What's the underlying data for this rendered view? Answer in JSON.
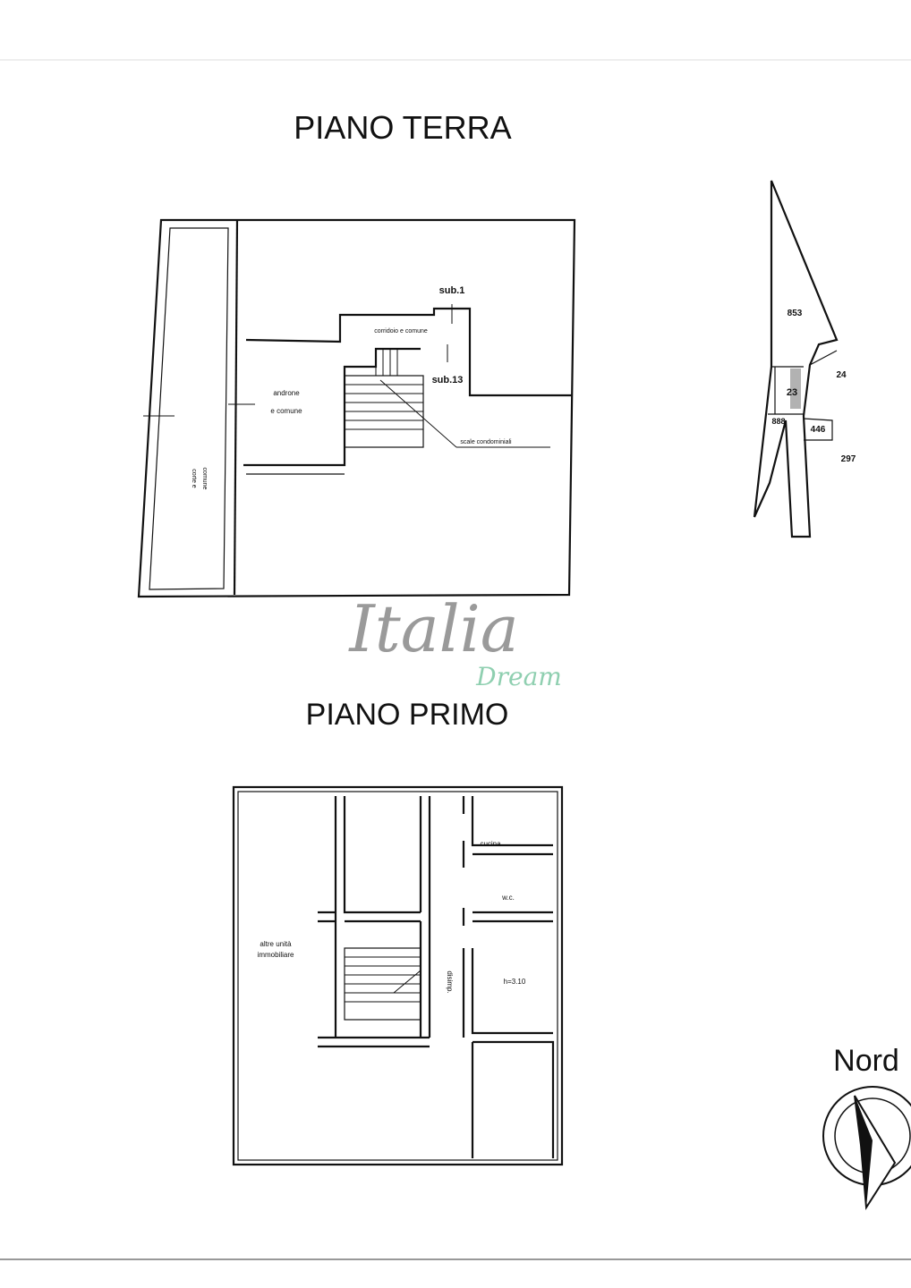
{
  "titles": {
    "ground_floor": "PIANO TERRA",
    "first_floor": "PIANO PRIMO"
  },
  "ground_floor": {
    "sub1": "sub.1",
    "sub13": "sub.13",
    "corridor": "corridoio e comune",
    "entrance_line1": "androne",
    "entrance_line2": "e comune",
    "stairs": "scale condominiali",
    "courtyard_line1": "corte e",
    "courtyard_line2": "comune"
  },
  "site_map": {
    "parcels": [
      "853",
      "24",
      "23",
      "888",
      "446",
      "297"
    ]
  },
  "first_floor": {
    "kitchen": "cucina",
    "wc": "w.c.",
    "height": "h=3.10",
    "hallway": "disimp.",
    "other_units_line1": "altre unità",
    "other_units_line2": "immobiliare"
  },
  "compass": {
    "label": "Nord"
  },
  "watermark": {
    "main": "Italia",
    "sub": "Dream",
    "main_color": "#9a9a9a",
    "sub_color": "#8fcfb0"
  }
}
